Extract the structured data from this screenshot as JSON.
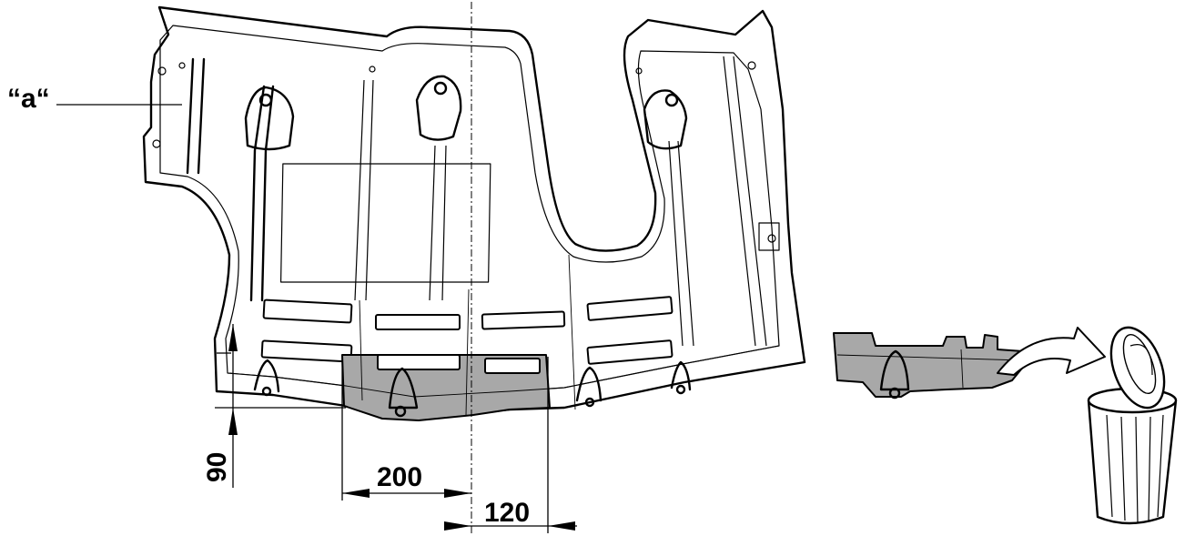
{
  "labels": {
    "part_callout": "“a“",
    "dim_height": "90",
    "dim_left": "200",
    "dim_right": "120"
  },
  "colors": {
    "line": "#000000",
    "cut_section": "#a8a8a8",
    "background": "#ffffff"
  },
  "icons": [
    "trash-can-icon",
    "curved-arrow-icon"
  ]
}
